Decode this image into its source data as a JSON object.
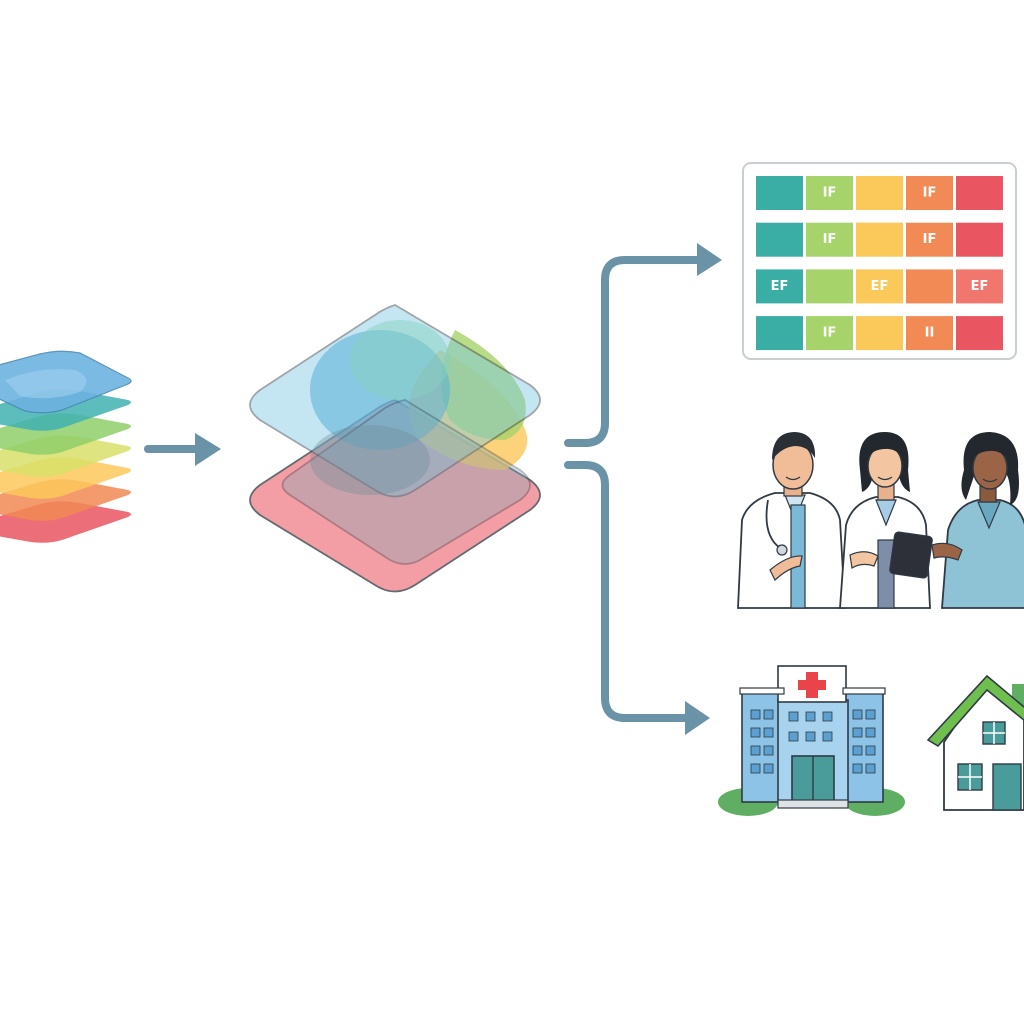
{
  "colors": {
    "arrow": "#6a93a8",
    "outline": "#33404a",
    "grid_frame": "#c9ced3",
    "teal": "#3aaea5",
    "green": "#a6d36a",
    "yellow": "#fbc85a",
    "orange": "#f28a55",
    "red": "#e95560",
    "coral": "#f0766e",
    "building_blue": "#8cc3e6",
    "building_window": "#5c9fd1",
    "bush": "#5fae63",
    "roof_green": "#6fbf4e",
    "door_teal": "#4a9c9a",
    "cross_red": "#e8444a"
  },
  "icons": {
    "data_layers": "stacked-data-layers-icon",
    "arrow_main": "right-arrow-icon",
    "fusion": "fused-layers-icon",
    "branch": "branching-arrow-icon",
    "matrix": "risk-matrix-icon",
    "team": "clinicians-group-icon",
    "hospital": "hospital-icon",
    "home": "home-icon"
  },
  "matrix": {
    "rows": [
      [
        {
          "color": "teal",
          "label": ""
        },
        {
          "color": "green",
          "label": "IF"
        },
        {
          "color": "yellow",
          "label": ""
        },
        {
          "color": "orange",
          "label": "IF"
        },
        {
          "color": "red",
          "label": ""
        }
      ],
      [
        {
          "color": "teal",
          "label": ""
        },
        {
          "color": "green",
          "label": "IF"
        },
        {
          "color": "yellow",
          "label": ""
        },
        {
          "color": "orange",
          "label": "IF"
        },
        {
          "color": "red",
          "label": ""
        }
      ],
      [
        {
          "color": "teal",
          "label": "EF"
        },
        {
          "color": "green",
          "label": ""
        },
        {
          "color": "yellow",
          "label": "EF"
        },
        {
          "color": "orange",
          "label": ""
        },
        {
          "color": "coral",
          "label": "EF"
        }
      ],
      [
        {
          "color": "teal",
          "label": ""
        },
        {
          "color": "green",
          "label": "IF"
        },
        {
          "color": "yellow",
          "label": ""
        },
        {
          "color": "orange",
          "label": "II"
        },
        {
          "color": "red",
          "label": ""
        }
      ]
    ]
  }
}
